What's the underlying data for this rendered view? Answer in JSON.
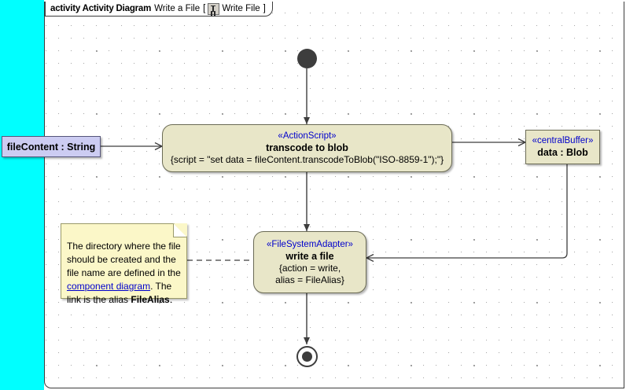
{
  "frame": {
    "keyword": "activity Activity Diagram",
    "name": "Write a File",
    "bracket_open": "[",
    "bracket_close": "]",
    "diagram_ref": "Write File",
    "icon": "activity-diagram-icon"
  },
  "colors": {
    "action_fill": "#e8e6c8",
    "action_border": "#6b6b55",
    "object_fill": "#ccccf2",
    "object_border": "#55557a",
    "note_fill": "#fbf7c8",
    "note_border": "#9a9a6a",
    "stereotype_text": "#0000cc",
    "link_text": "#0000cc",
    "left_strip": "#00ffff",
    "edge": "#3d3d3d",
    "canvas": "#ffffff"
  },
  "nodes": {
    "initial": {
      "name": "initial-node"
    },
    "final": {
      "name": "activity-final-node"
    },
    "file_content_pin": {
      "label": "fileContent : String"
    },
    "transcode_action": {
      "stereotype": "«ActionScript»",
      "name": "transcode to blob",
      "body": "{script = \"set data = fileContent.transcodeToBlob(\"ISO-8859-1\");\"}"
    },
    "central_buffer": {
      "stereotype": "«centralBuffer»",
      "name": "data : Blob"
    },
    "write_action": {
      "stereotype": "«FileSystemAdapter»",
      "name": "write a file",
      "body_line1": "{action = write,",
      "body_line2": "alias = FileAlias}"
    },
    "note": {
      "text_part1": "The directory where the file should be created and the file name are defined in the ",
      "link_text": "component diagram",
      "text_part2": ". The link is the alias ",
      "bold_text": "FileAlias",
      "text_part3": "."
    }
  }
}
